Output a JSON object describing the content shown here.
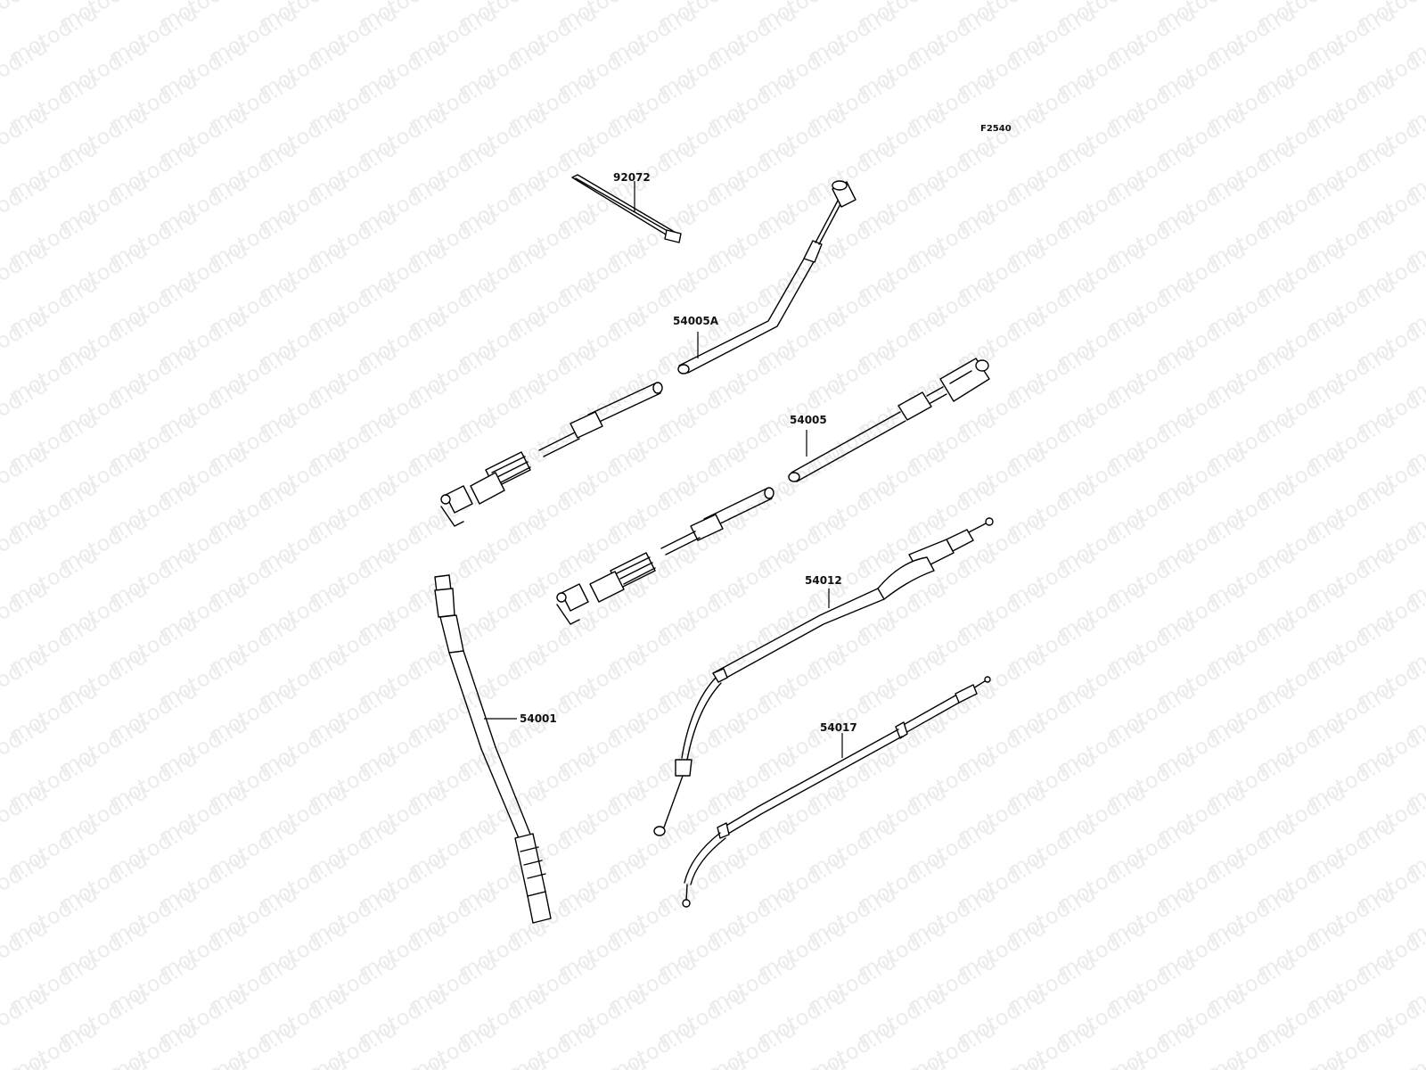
{
  "watermark": {
    "text": "motod.ru"
  },
  "figure_code": "F2540",
  "parts": [
    {
      "id": "p92072",
      "number": "92072"
    },
    {
      "id": "p54005A",
      "number": "54005A"
    },
    {
      "id": "p54005",
      "number": "54005"
    },
    {
      "id": "p54012",
      "number": "54012"
    },
    {
      "id": "p54001",
      "number": "54001"
    },
    {
      "id": "p54017",
      "number": "54017"
    }
  ],
  "colors": {
    "line": "#000000",
    "watermark": "#ececec",
    "background": "#ffffff"
  }
}
